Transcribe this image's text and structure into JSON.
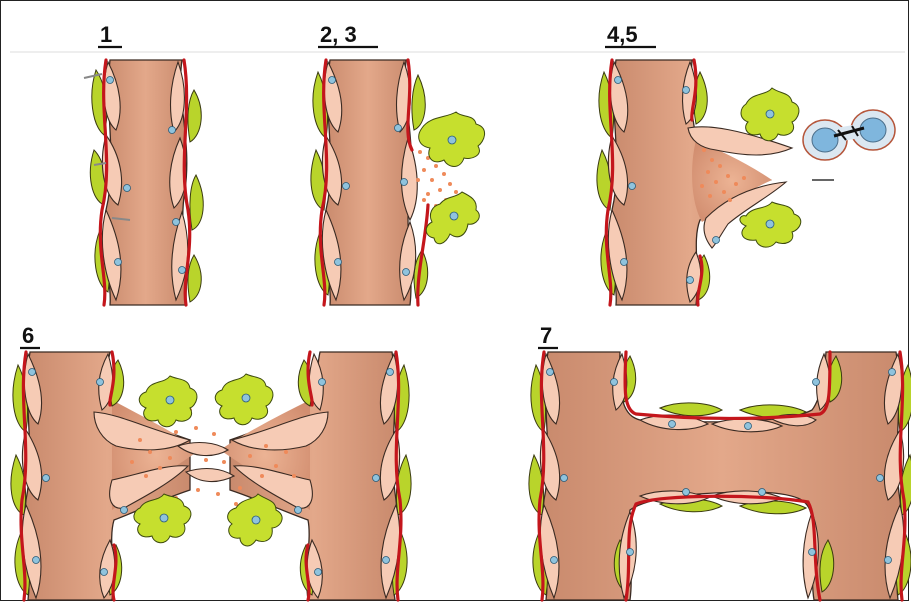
{
  "panels": [
    {
      "label": "1"
    },
    {
      "label": "2, 3"
    },
    {
      "label": "4,5"
    },
    {
      "label": "6"
    },
    {
      "label": "7"
    }
  ],
  "colors": {
    "vessel": "#d99677",
    "endothelial": "#f6cbb5",
    "basement_membrane": "#c4161c",
    "pericyte": "#b9d42b",
    "nucleus": "#8fc3dd",
    "inflammatory_cell": "#c6df2e",
    "protease_dots": "#ef8a5a"
  }
}
